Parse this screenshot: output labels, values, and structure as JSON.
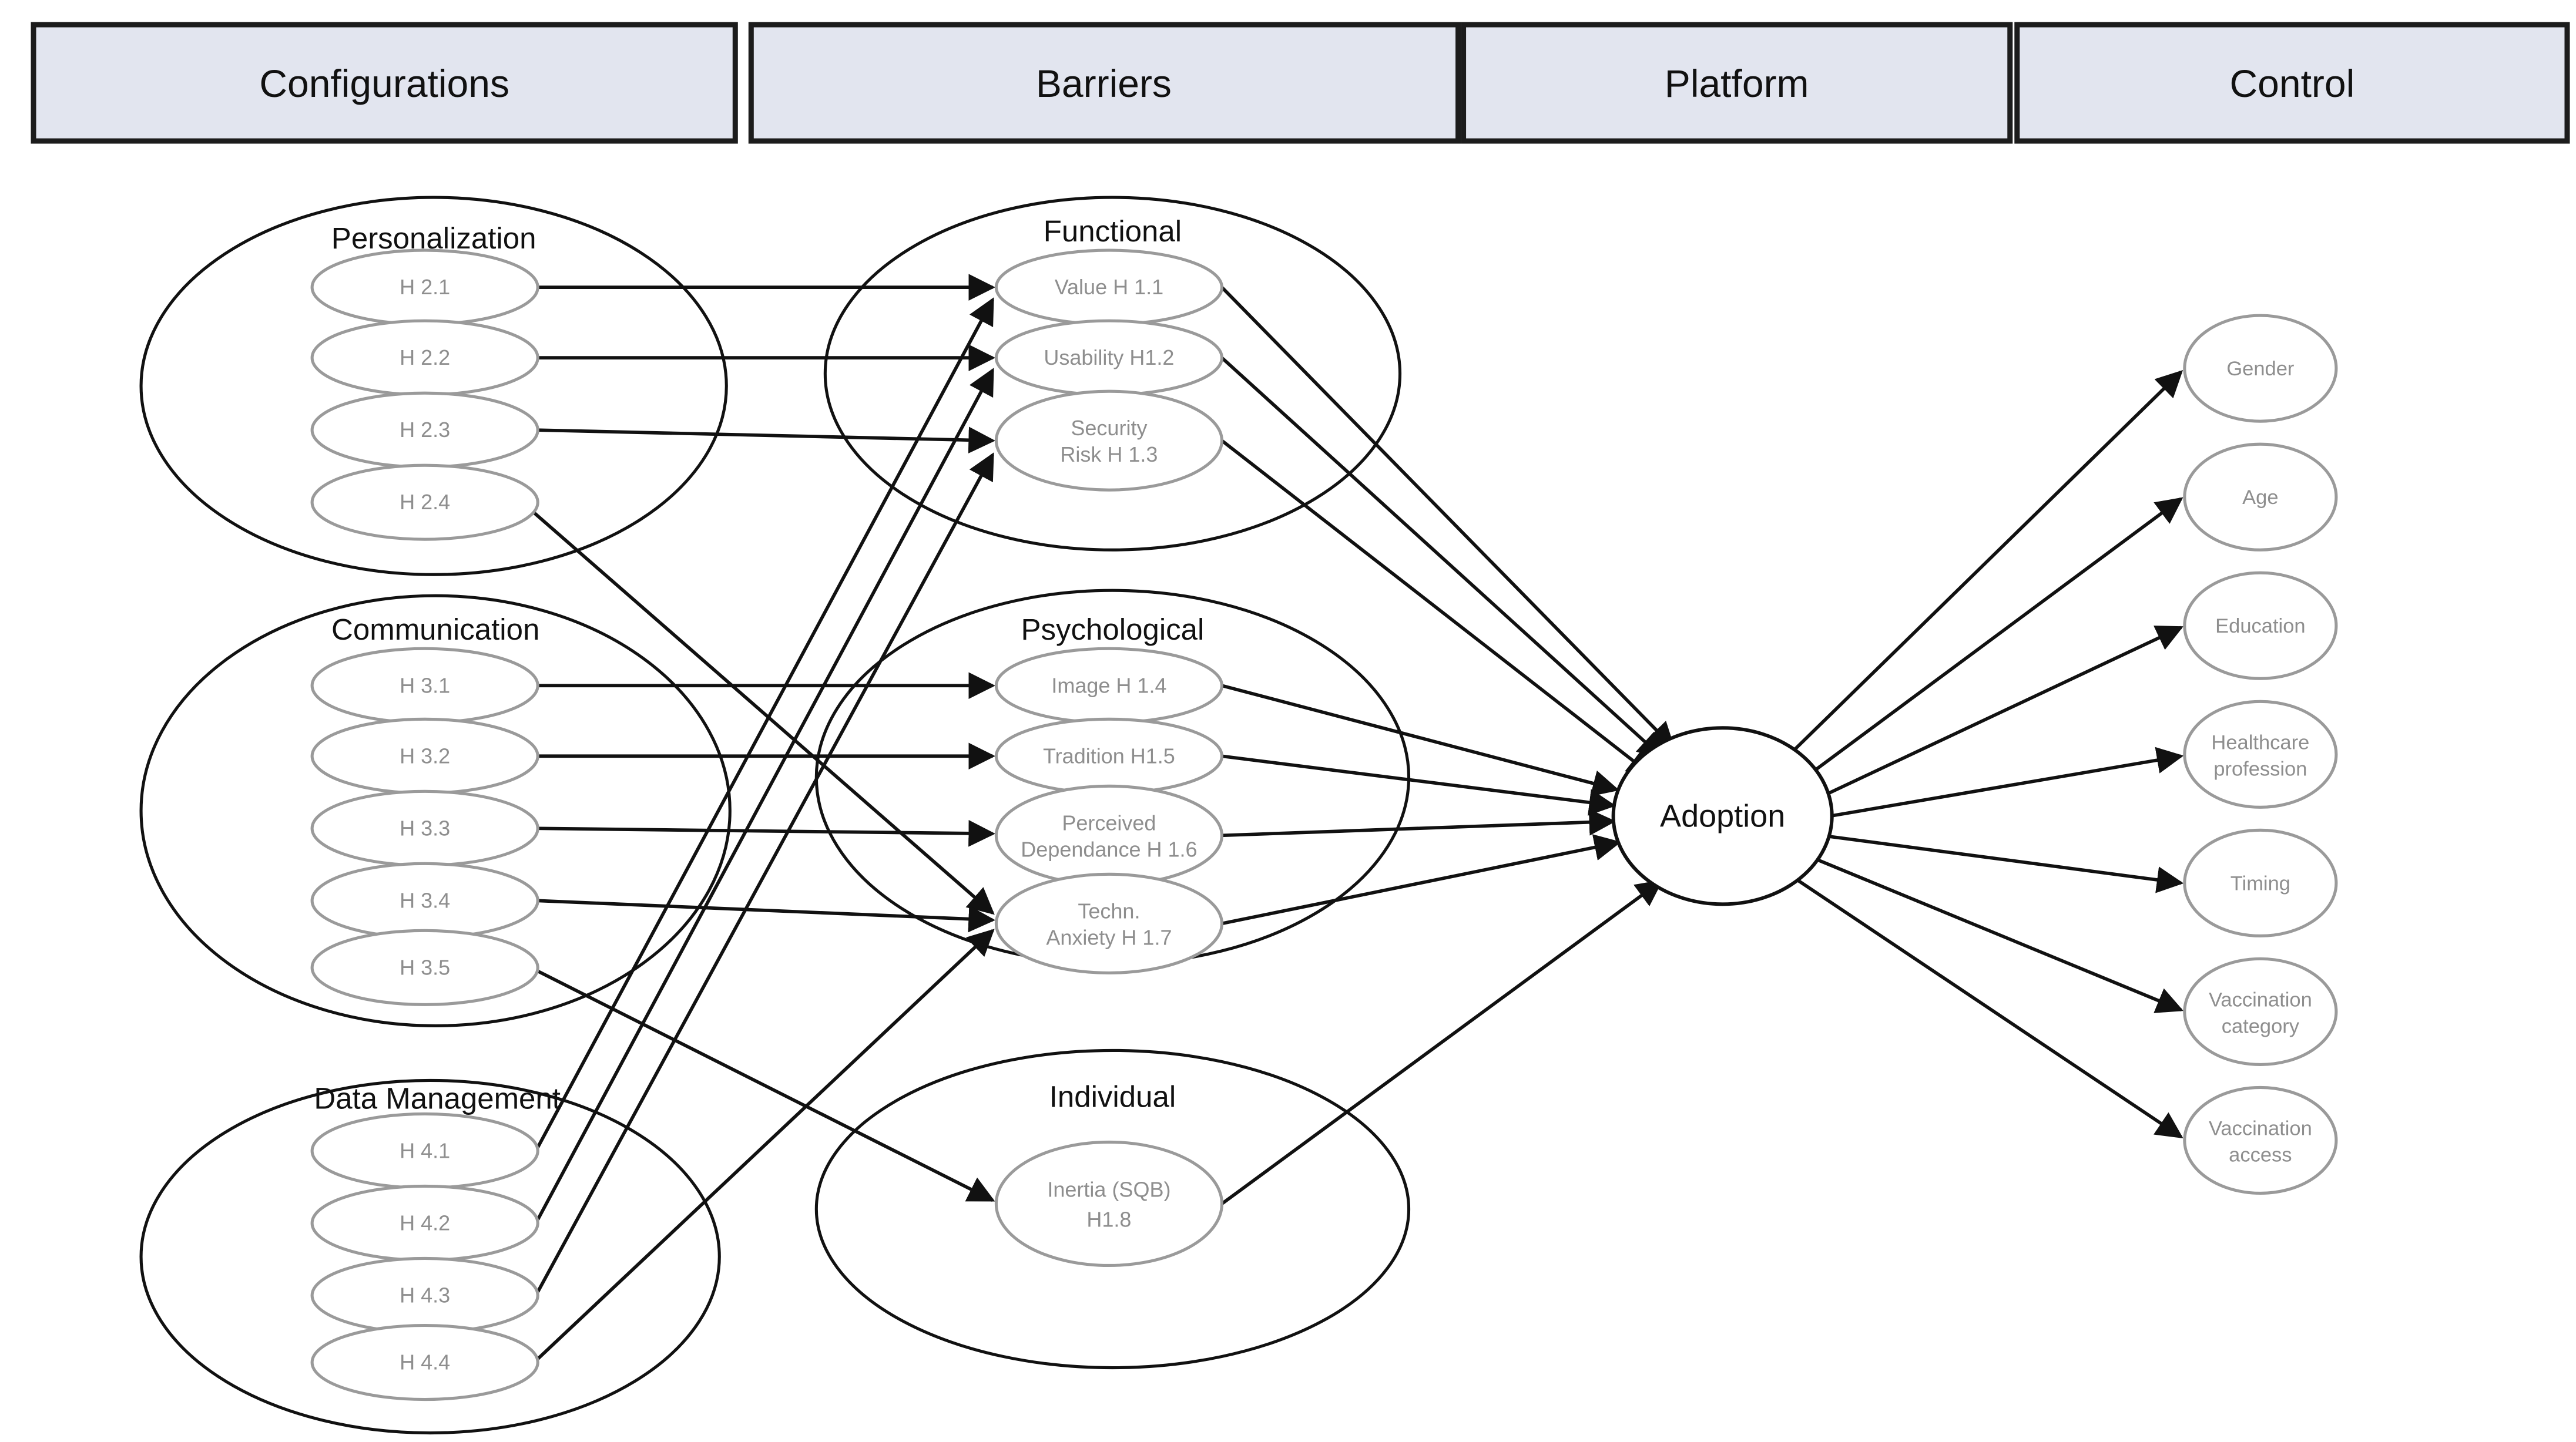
{
  "headers": [
    {
      "id": "configurations",
      "label": "Configurations"
    },
    {
      "id": "barriers",
      "label": "Barriers"
    },
    {
      "id": "platform",
      "label": "Platform"
    },
    {
      "id": "control",
      "label": "Control"
    }
  ],
  "groups": [
    {
      "id": "personalization",
      "label": "Personalization",
      "items": [
        "H 2.1",
        "H 2.2",
        "H 2.3",
        "H 2.4"
      ]
    },
    {
      "id": "communication",
      "label": "Communication",
      "items": [
        "H 3.1",
        "H 3.2",
        "H 3.3",
        "H 3.4",
        "H 3.5"
      ]
    },
    {
      "id": "data-management",
      "label": "Data Management",
      "items": [
        "H 4.1",
        "H 4.2",
        "H 4.3",
        "H 4.4"
      ]
    },
    {
      "id": "functional",
      "label": "Functional",
      "items": [
        [
          "Value H 1.1"
        ],
        [
          "Usability H1.2"
        ],
        [
          "Security",
          "Risk H 1.3"
        ]
      ]
    },
    {
      "id": "psychological",
      "label": "Psychological",
      "items": [
        [
          "Image H 1.4"
        ],
        [
          "Tradition H1.5"
        ],
        [
          "Perceived",
          "Dependance H 1.6"
        ],
        [
          "Techn.",
          "Anxiety H 1.7"
        ]
      ]
    },
    {
      "id": "individual",
      "label": "Individual",
      "items": [
        [
          "Inertia (SQB)",
          "H1.8"
        ]
      ]
    }
  ],
  "adoption": {
    "label": "Adoption"
  },
  "controls": [
    [
      "Gender"
    ],
    [
      "Age"
    ],
    [
      "Education"
    ],
    [
      "Healthcare",
      "profession"
    ],
    [
      "Timing"
    ],
    [
      "Vaccination",
      "category"
    ],
    [
      "Vaccination",
      "access"
    ]
  ],
  "edges": [
    {
      "from": "H 2.1",
      "to": "Value H 1.1"
    },
    {
      "from": "H 2.2",
      "to": "Usability H1.2"
    },
    {
      "from": "H 2.3",
      "to": "Security Risk H 1.3"
    },
    {
      "from": "H 2.4",
      "to": "Techn. Anxiety H 1.7"
    },
    {
      "from": "H 3.1",
      "to": "Image H 1.4"
    },
    {
      "from": "H 3.2",
      "to": "Tradition H1.5"
    },
    {
      "from": "H 3.3",
      "to": "Perceived Dependance H 1.6"
    },
    {
      "from": "H 3.4",
      "to": "Techn. Anxiety H 1.7"
    },
    {
      "from": "H 3.5",
      "to": "Inertia (SQB) H1.8"
    },
    {
      "from": "H 4.1",
      "to": "Value H 1.1"
    },
    {
      "from": "H 4.2",
      "to": "Usability H1.2"
    },
    {
      "from": "H 4.3",
      "to": "Security Risk H 1.3"
    },
    {
      "from": "H 4.4",
      "to": "Techn. Anxiety H 1.7"
    },
    {
      "from": "Value H 1.1",
      "to": "Adoption"
    },
    {
      "from": "Usability H1.2",
      "to": "Adoption"
    },
    {
      "from": "Security Risk H 1.3",
      "to": "Adoption"
    },
    {
      "from": "Image H 1.4",
      "to": "Adoption"
    },
    {
      "from": "Tradition H1.5",
      "to": "Adoption"
    },
    {
      "from": "Perceived Dependance H 1.6",
      "to": "Adoption"
    },
    {
      "from": "Techn. Anxiety H 1.7",
      "to": "Adoption"
    },
    {
      "from": "Inertia (SQB) H1.8",
      "to": "Adoption"
    },
    {
      "from": "Adoption",
      "to": "Gender"
    },
    {
      "from": "Adoption",
      "to": "Age"
    },
    {
      "from": "Adoption",
      "to": "Education"
    },
    {
      "from": "Adoption",
      "to": "Healthcare profession"
    },
    {
      "from": "Adoption",
      "to": "Timing"
    },
    {
      "from": "Adoption",
      "to": "Vaccination category"
    },
    {
      "from": "Adoption",
      "to": "Vaccination access"
    }
  ]
}
